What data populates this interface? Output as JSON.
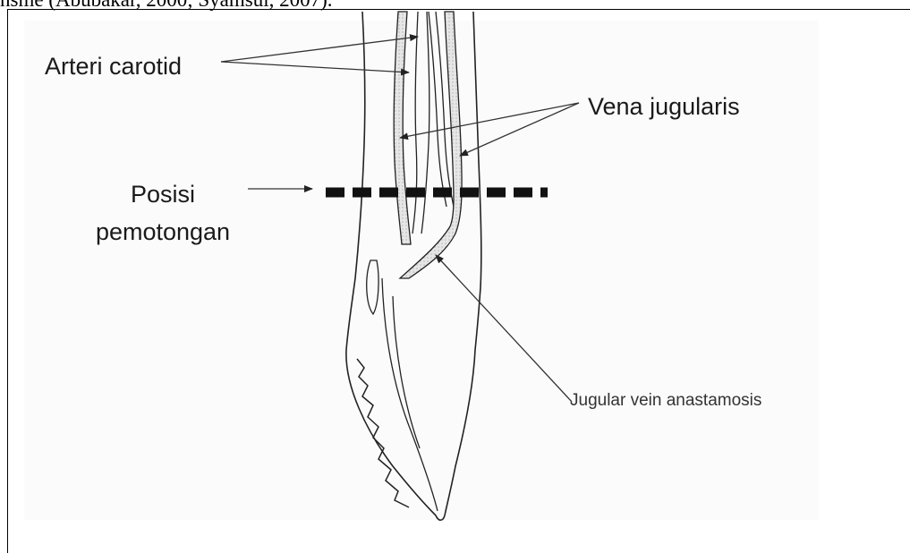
{
  "page": {
    "top_text": "nsme (Abubakar, 2000; Syamsul, 2007)."
  },
  "diagram": {
    "labels": {
      "arteri_carotid": "Arteri carotid",
      "vena_jugularis": "Vena jugularis",
      "posisi_line1": "Posisi",
      "posisi_line2": "pemotongan",
      "jugular_anastamosis": "Jugular vein anastamosis"
    },
    "colors": {
      "ink": "#222222",
      "vessel_fill": "#e3e3e3",
      "cut_line": "#111111"
    }
  }
}
